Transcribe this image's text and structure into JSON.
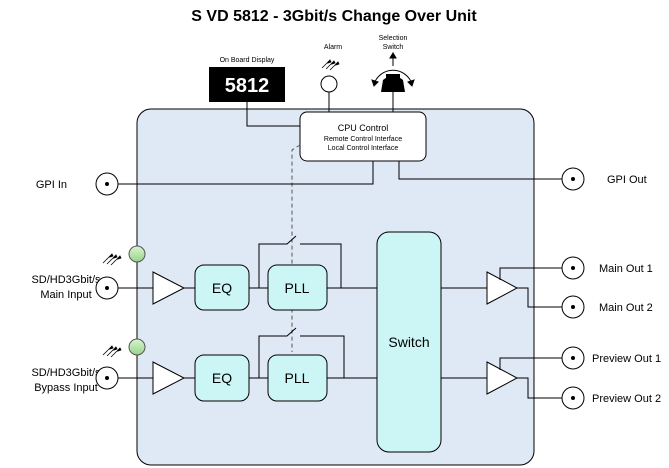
{
  "title": "S VD 5812 - 3Gbit/s Change Over Unit",
  "onboard_display": {
    "caption": "On Board Display",
    "value": "5812"
  },
  "alarm": {
    "label": "Alarm"
  },
  "selection_switch": {
    "label_line1": "Selection",
    "label_line2": "Switch"
  },
  "cpu": {
    "title": "CPU Control",
    "line1": "Remote Control Interface",
    "line2": "Local Control Interface"
  },
  "gpi_in": "GPI In",
  "gpi_out": "GPI Out",
  "main_input": {
    "line1": "SD/HD3Gbit/s",
    "line2": "Main Input"
  },
  "bypass_input": {
    "line1": "SD/HD3Gbit/s",
    "line2": "Bypass Input"
  },
  "blocks": {
    "eq": "EQ",
    "pll": "PLL",
    "switch": "Switch"
  },
  "outputs": {
    "main_out_1": "Main Out 1",
    "main_out_2": "Main Out 2",
    "preview_out_1": "Preview Out 1",
    "preview_out_2": "Preview Out 2"
  },
  "colors": {
    "unit_fill": "#dfe8f5",
    "block_fill": "#ccf5f5",
    "led_fill": "#b8e6b0",
    "display_bg": "#000000",
    "line": "#000000"
  }
}
